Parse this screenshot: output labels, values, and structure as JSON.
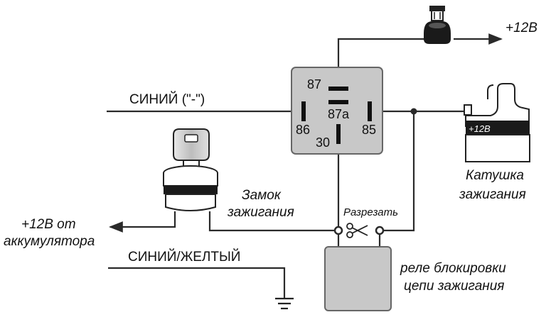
{
  "relay": {
    "pins": {
      "p87": "87",
      "p87a": "87a",
      "p86": "86",
      "p85": "85",
      "p30": "30"
    }
  },
  "labels": {
    "blue_wire": "СИНИЙ (\"-\")",
    "plus12_top": "+12В",
    "coil_name_line1": "Катушка",
    "coil_name_line2": "зажигания",
    "coil_plus": "+12В",
    "lock_line1": "Замок",
    "lock_line2": "зажигания",
    "battery_line1": "+12В от",
    "battery_line2": "аккумулятора",
    "blue_yellow_wire": "СИНИЙ/ЖЕЛТЫЙ",
    "cut": "Разрезать",
    "block_relay_line1": "реле блокировки",
    "block_relay_line2": "цепи зажигания"
  },
  "icons": [
    "fuse-icon",
    "ignition-key-icon",
    "ignition-coil-icon",
    "scissors-icon",
    "ground-icon"
  ],
  "colors": {
    "relay_fill": "#c8c8c8",
    "relay_border": "#666666",
    "wire": "#2a2a2a",
    "block_relay_fill": "#c8c8c8"
  }
}
